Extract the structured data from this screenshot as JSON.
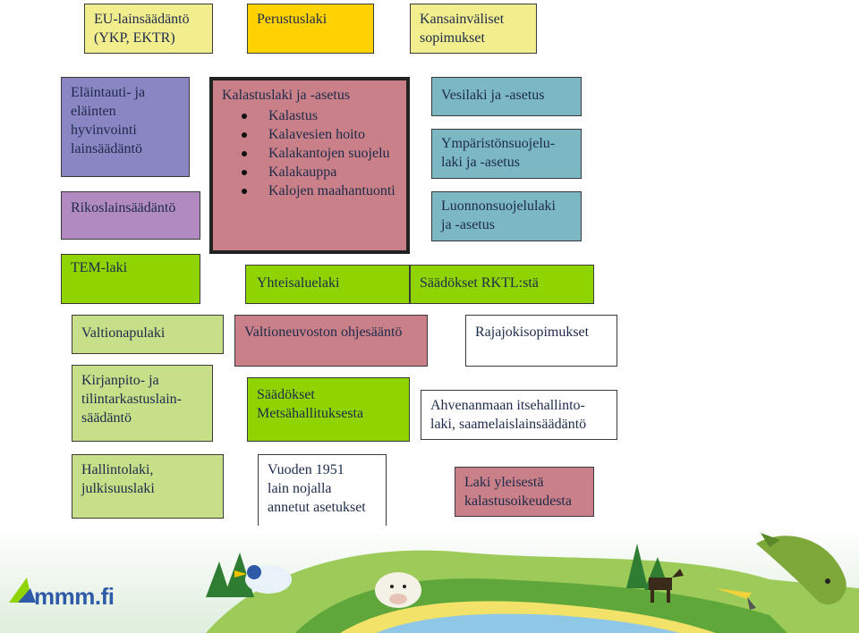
{
  "boxes": {
    "eu": {
      "lines": [
        "EU-lainsäädäntö",
        "(YKP, EKTR)"
      ]
    },
    "perustuslaki": {
      "label": "Perustuslaki"
    },
    "kansainvaliset": {
      "lines": [
        "Kansainväliset",
        "sopimukset"
      ]
    },
    "elaintauti": {
      "lines": [
        "Eläintauti- ja",
        "eläinten",
        "hyvinvointi",
        "lainsäädäntö"
      ]
    },
    "rikos": {
      "label": "Rikoslainsäädäntö"
    },
    "kalastuslaki": {
      "title": "Kalastuslaki ja -asetus",
      "items": [
        "Kalastus",
        "Kalavesien hoito",
        "Kalakantojen suojelu",
        "Kalakauppa",
        "Kalojen maahantuonti"
      ]
    },
    "vesilaki": {
      "label": "Vesilaki ja -asetus"
    },
    "ymparisto": {
      "lines": [
        "Ympäristönsuojelu-",
        "laki ja -asetus"
      ]
    },
    "luonnonsuojelu": {
      "lines": [
        "Luonnonsuojelulaki",
        "ja -asetus"
      ]
    },
    "tem": {
      "label": "TEM-laki"
    },
    "yhteisalue": {
      "label": "Yhteisaluelaki"
    },
    "rktl": {
      "label": "Säädökset RKTL:stä"
    },
    "valtionapu": {
      "label": "Valtionapulaki"
    },
    "ohjesaanto": {
      "label": "Valtioneuvoston ohjesääntö"
    },
    "rajajoki": {
      "label": "Rajajokisopimukset"
    },
    "kirjanpito": {
      "lines": [
        "Kirjanpito- ja",
        "tilintarkastuslain-",
        "säädäntö"
      ]
    },
    "metsahallitus": {
      "lines": [
        "Säädökset",
        "Metsähallituksesta"
      ]
    },
    "ahvenanmaa": {
      "lines": [
        "Ahvenanmaan itsehallinto-",
        "laki, saamelaislainsäädäntö"
      ]
    },
    "hallinto": {
      "lines": [
        "Hallintolaki,",
        "julkisuuslaki"
      ]
    },
    "vuoden1951": {
      "lines": [
        "Vuoden 1951",
        "lain nojalla",
        "annetut asetukset"
      ]
    },
    "yleisesta": {
      "lines": [
        "Laki yleisestä",
        "kalastusoikeudesta"
      ]
    }
  },
  "footer": {
    "logo_text": "mmm.fi",
    "logo_icon": "leaf-logo-icon"
  },
  "colors": {
    "yellow": "#ffd200",
    "light_yellow": "#f2ee8e",
    "purple": "#8a86c4",
    "lilac": "#b08ac0",
    "teal": "#7cb8c4",
    "rose": "#c98088",
    "green": "#8fd400",
    "pale_green": "#c7df88"
  }
}
